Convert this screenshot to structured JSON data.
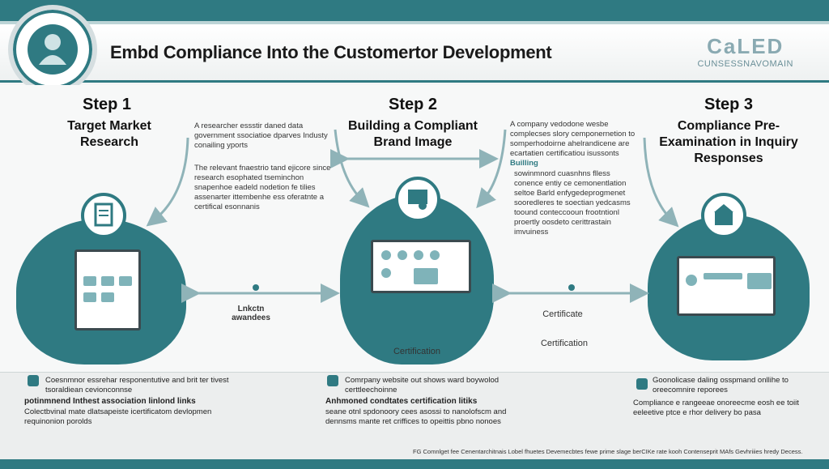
{
  "header": {
    "title": "Embd Compliance Into the Customertor Development",
    "brand_big": "CaLED",
    "brand_small": "CUNSESSNAVOMAIN"
  },
  "steps": [
    {
      "label": "Step 1",
      "subtitle": "Target Market Research",
      "note1": "A researcher essstir daned data government ssociatioe dparves Industy conailing yports",
      "note2": "The relevant fnaestrio tand ejicore since research esophated tseminchon snapenhoe eadeld nodetion fe tilies assenarter ittembenhe ess oferatnte a certifical esonnanis",
      "caption": "Lnkctn awandees",
      "bottom1": "Coesnmnor essrehar responentutive and brit ter tivest tsoraldiean cevionconnse",
      "bottom2": "potinmnend Inthest association linlond links",
      "bottom3": "Colectbvinal mate dlatsapeiste icertificatom devlopmen requinonion porolds"
    },
    {
      "label": "Step 2",
      "subtitle": "Building a Compliant Brand Image",
      "note1": "A company vedodone wesbe complecses slory cemponernetion to somperhodoirne ahelrandicene are ecartatien certificatiou isussonts",
      "note_head": "Builling",
      "note2": "sowinmnord cuasnhns flless conence entiy ce cemonentlation seltoe Barld enfygedeprogmenet sooredleres te soectian yedcasms toound conteccooun frootntionl proertly oosdeto cerittrastain imvuiness",
      "caption1": "Certification",
      "caption2": "Certificate",
      "caption3": "Certification",
      "bottom1": "Comrpany website out shows ward boywolod certtleechoinne",
      "bottom2": "Anhmoned condtates certification litiks",
      "bottom3": "seane otnl spdonoory cees asossi to nanolofscm and dennsms mante ret criffices to opeittis pbno nonoes"
    },
    {
      "label": "Step 3",
      "subtitle": "Compliance Pre-Examination in Inquiry Responses",
      "bottom1": "Goonolicase daling osspmand onllihe to oreecomnire reporees",
      "bottom2": "Compliance e rangeeae onoreecme eosh ee toiit eeleetive ptce e rhor delivery bo pasa"
    }
  ],
  "footer": "FG Comnlget fee Cenentarchitnais Lobel fhuetes Devemecbtes fewe prime slage berCIKe rate kooh Contenseprit MAfs Gevhriiies hredy Decess."
}
